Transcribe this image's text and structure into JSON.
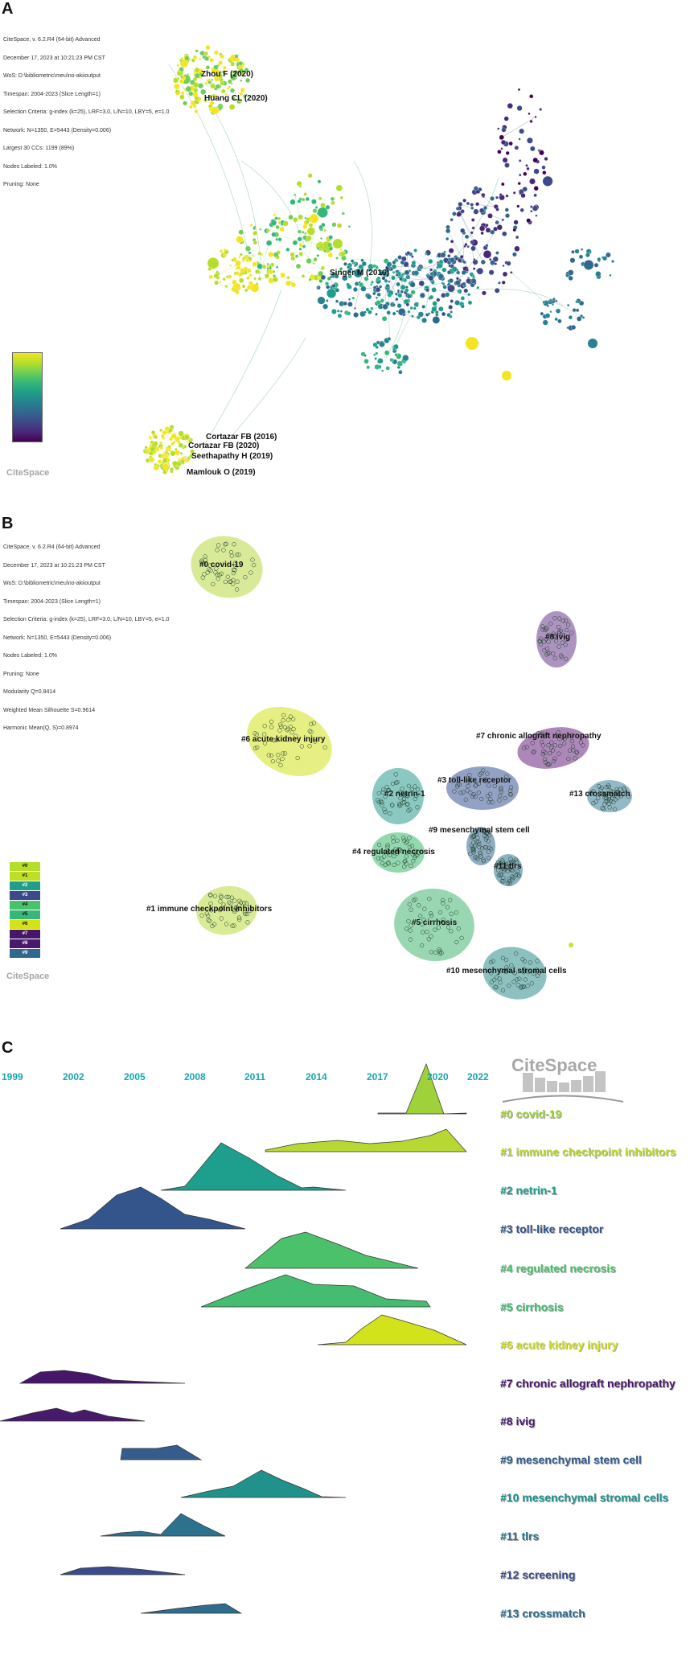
{
  "panelA": {
    "label": "A",
    "info_lines": [
      "CiteSpace, v. 6.2.R4 (64-bit) Advanced",
      "December 17, 2023 at 10:21:23 PM CST",
      "WoS: D:\\bibliometric\\meu\\no-akiioutput",
      "Timespan: 2004-2023 (Slice Length=1)",
      "Selection Criteria: g-index (k=25), LRF=3.0, L/N=10, LBY=5, e=1.0",
      "Network: N=1350, E=5443 (Density=0.006)",
      "Largest 30 CCs: 1199 (89%)",
      "Nodes Labeled: 1.0%",
      "Pruning: None"
    ],
    "node_labels": [
      "Zhou F (2020)",
      "Huang CL (2020)",
      "Singer M (2016)",
      "Cortazar FB (2016)",
      "Cortazar FB (2020)",
      "Seethapathy H (2019)",
      "Mamlouk O (2019)"
    ],
    "brand": "CiteSpace"
  },
  "panelB": {
    "label": "B",
    "info_lines": [
      "CiteSpace, v. 6.2.R4 (64-bit) Advanced",
      "December 17, 2023 at 10:21:23 PM CST",
      "WoS: D:\\bibliometric\\meu\\no-akiioutput",
      "Timespan: 2004-2023 (Slice Length=1)",
      "Selection Criteria: g-index (k=25), LRF=3.0, L/N=10, LBY=5, e=1.0",
      "Network: N=1350, E=5443 (Density=0.006)",
      "Nodes Labeled: 1.0%",
      "Pruning: None",
      "Modularity Q=0.8414",
      "Weighted Mean Silhouette S=0.9614",
      "Harmonic Mean(Q, S)=0.8974"
    ],
    "clusters": [
      "#0 covid-19",
      "#8 ivig",
      "#6 acute kidney injury",
      "#7 chronic allograft nephropathy",
      "#2 netrin-1",
      "#3 toll-like receptor",
      "#13 crossmatch",
      "#9 mesenchymal stem cell",
      "#4 regulated necrosis",
      "#11 tlrs",
      "#1 immune checkpoint inhibitors",
      "#5 cirrhosis",
      "#10 mesenchymal stromal cells"
    ],
    "legend_codes": [
      "#0",
      "#1",
      "#2",
      "#3",
      "#4",
      "#5",
      "#6",
      "#7",
      "#8",
      "#9"
    ],
    "brand": "CiteSpace"
  },
  "panelC": {
    "label": "C",
    "years": [
      "1999",
      "2002",
      "2005",
      "2008",
      "2011",
      "2014",
      "2017",
      "2020",
      "2022"
    ],
    "brand": "CiteSpace",
    "clusters": [
      {
        "label": "#0 covid-19",
        "color": "#9fd23a"
      },
      {
        "label": "#1 immune checkpoint inhibitors",
        "color": "#b7d833"
      },
      {
        "label": "#2 netrin-1",
        "color": "#1e9e8c"
      },
      {
        "label": "#3 toll-like receptor",
        "color": "#33558c"
      },
      {
        "label": "#4 regulated necrosis",
        "color": "#4cc16b"
      },
      {
        "label": "#5 cirrhosis",
        "color": "#44bd70"
      },
      {
        "label": "#6 acute kidney injury",
        "color": "#d2e21b"
      },
      {
        "label": "#7 chronic allograft nephropathy",
        "color": "#46166b"
      },
      {
        "label": "#8 ivig",
        "color": "#481a6c"
      },
      {
        "label": "#9 mesenchymal stem cell",
        "color": "#365c8d"
      },
      {
        "label": "#10 mesenchymal stromal cells",
        "color": "#21918c"
      },
      {
        "label": "#11 tlrs",
        "color": "#2c728e"
      },
      {
        "label": "#12 screening",
        "color": "#3b4b8c"
      },
      {
        "label": "#13 crossmatch",
        "color": "#2f6c8e"
      }
    ]
  }
}
